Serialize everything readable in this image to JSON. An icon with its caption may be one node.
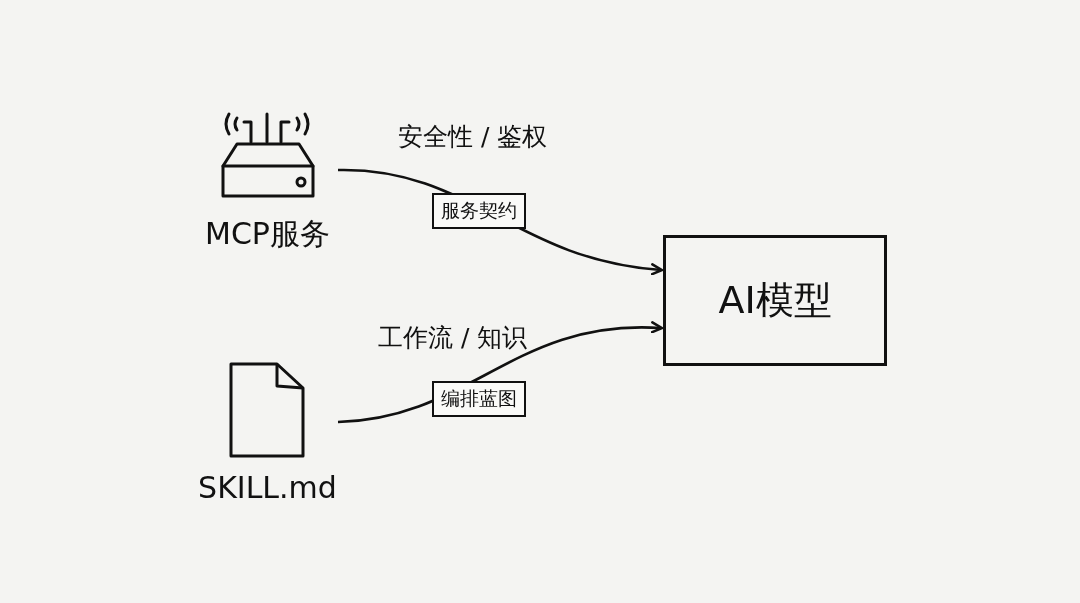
{
  "diagram": {
    "nodes": [
      {
        "text": [
          "MCP服务"
        ]
      },
      {
        "text": [
          "SKILL.md"
        ]
      },
      {
        "text": [
          "AI模型"
        ]
      }
    ],
    "edges": [
      {
        "from": 0,
        "to": 2,
        "arrow": "to",
        "label": "服务契约"
      },
      {
        "from": 1,
        "to": 2,
        "arrow": "to",
        "label": "编排蓝图"
      }
    ],
    "labels": [
      "安全性 / 鉴权",
      "工作流 / 知识"
    ]
  }
}
